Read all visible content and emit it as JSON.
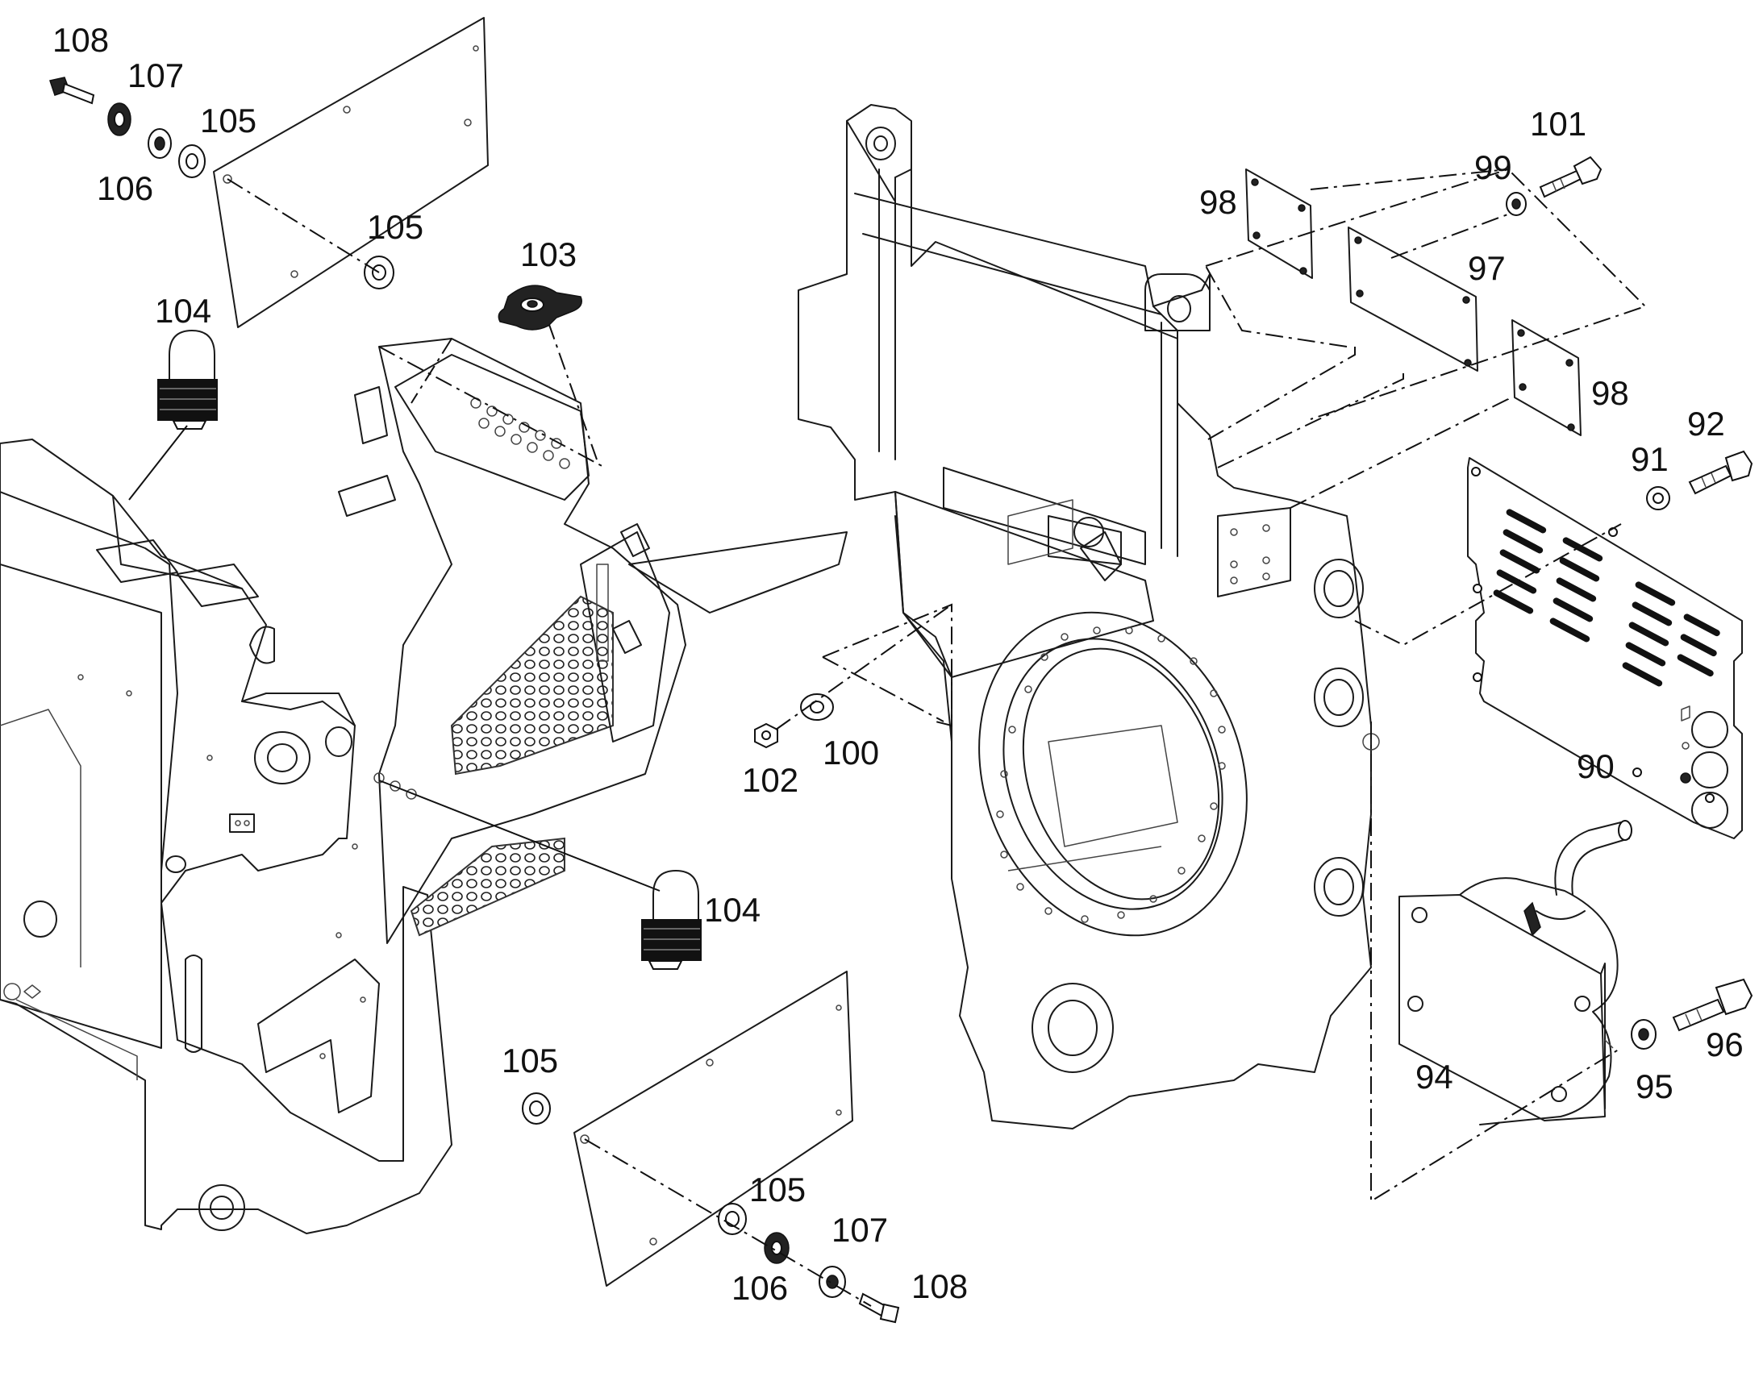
{
  "callouts": {
    "p90": "90",
    "p91": "91",
    "p92": "92",
    "p94": "94",
    "p95": "95",
    "p96": "96",
    "p97": "97",
    "p98a": "98",
    "p98b": "98",
    "p99": "99",
    "p100": "100",
    "p101": "101",
    "p102": "102",
    "p103": "103",
    "p104a": "104",
    "p104b": "104",
    "p105a": "105",
    "p105b": "105",
    "p105c": "105",
    "p105d": "105",
    "p106a": "106",
    "p106b": "106",
    "p107a": "107",
    "p107b": "107",
    "p108a": "108",
    "p108b": "108"
  },
  "colors": {
    "line": "#1a1a1a",
    "background": "#ffffff",
    "part_fill": "#222222"
  },
  "icons": [
    "padlock-icon",
    "star-knob-icon",
    "bolt-icon",
    "washer-icon",
    "nut-icon"
  ]
}
